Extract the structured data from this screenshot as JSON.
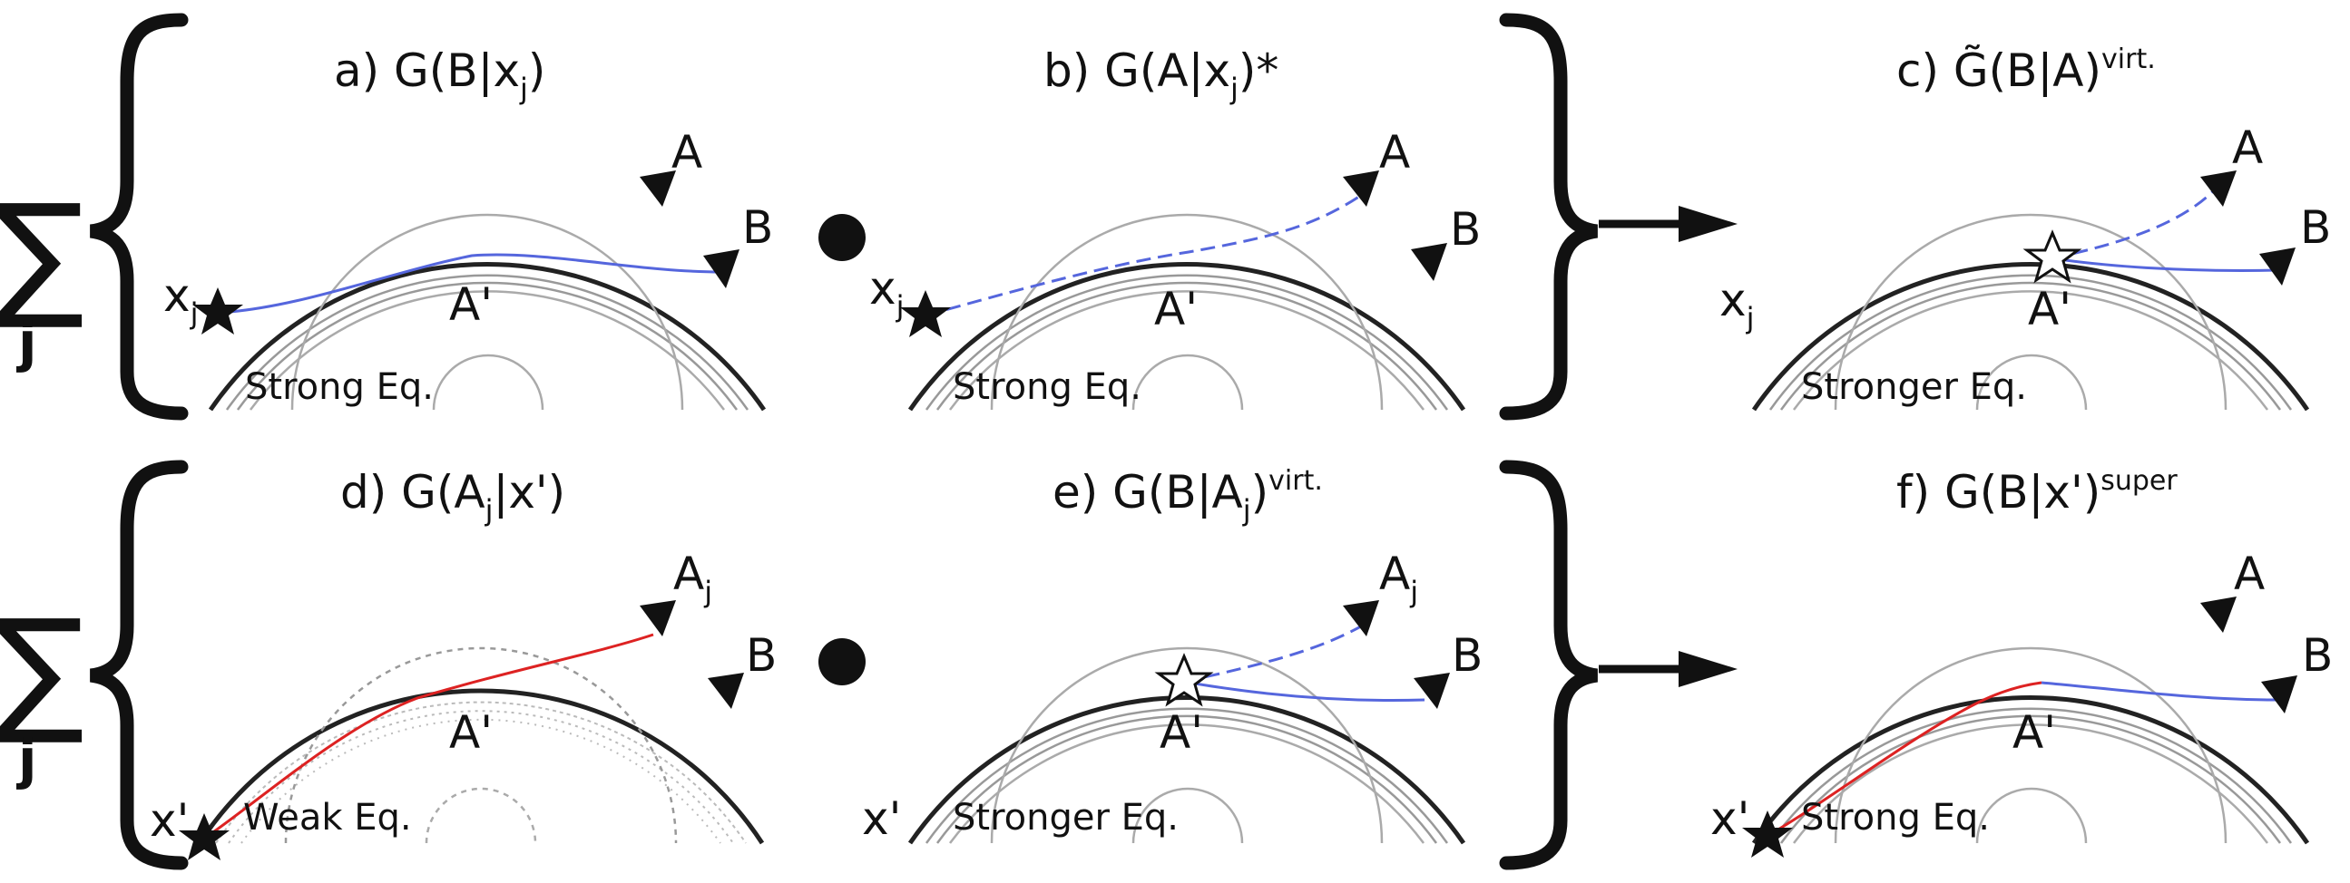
{
  "rows": [
    {
      "sum_symbol": "∑",
      "sum_index": "j",
      "operator": "●",
      "arrow": "→",
      "panels": [
        {
          "title": "a) G(B|x",
          "title_sub": "j",
          "title_tail": ")",
          "title_sup": "",
          "strength": "Strong Eq.",
          "src_label": "x",
          "src_sub": "j",
          "mid_label": "A'",
          "recv_a": "A",
          "recv_a_sub": "",
          "recv_b": "B"
        },
        {
          "title": "b) G(A|x",
          "title_sub": "j",
          "title_tail": ")*",
          "title_sup": "",
          "strength": "Strong Eq.",
          "src_label": "x",
          "src_sub": "j",
          "mid_label": "A'",
          "recv_a": "A",
          "recv_a_sub": "",
          "recv_b": "B"
        },
        {
          "title": "c) G̃(B|A)",
          "title_sub": "",
          "title_tail": "",
          "title_sup": "virt.",
          "strength": "Stronger Eq.",
          "src_label": "x",
          "src_sub": "j",
          "mid_label": "A'",
          "recv_a": "A",
          "recv_a_sub": "",
          "recv_b": "B"
        }
      ]
    },
    {
      "sum_symbol": "∑",
      "sum_index": "j",
      "operator": "●",
      "arrow": "→",
      "panels": [
        {
          "title": "d) G(A",
          "title_sub": "j",
          "title_tail": "|x')",
          "title_sup": "",
          "strength": "Weak Eq.",
          "src_label": "x'",
          "src_sub": "",
          "mid_label": "A'",
          "recv_a": "A",
          "recv_a_sub": "j",
          "recv_b": "B"
        },
        {
          "title": "e) G(B|A",
          "title_sub": "j",
          "title_tail": ")",
          "title_sup": "virt.",
          "strength": "Stronger Eq.",
          "src_label": "x'",
          "src_sub": "",
          "mid_label": "A'",
          "recv_a": "A",
          "recv_a_sub": "j",
          "recv_b": "B"
        },
        {
          "title": "f) G(B|x')",
          "title_sub": "",
          "title_tail": "",
          "title_sup": "super",
          "strength": "Strong Eq.",
          "src_label": "x'",
          "src_sub": "",
          "mid_label": "A'",
          "recv_a": "A",
          "recv_a_sub": "",
          "recv_b": "B"
        }
      ]
    }
  ],
  "colors": {
    "ink": "#111111",
    "ring": "#aaaaaa",
    "blue_path": "#5566dd",
    "red_path": "#dd2222"
  }
}
